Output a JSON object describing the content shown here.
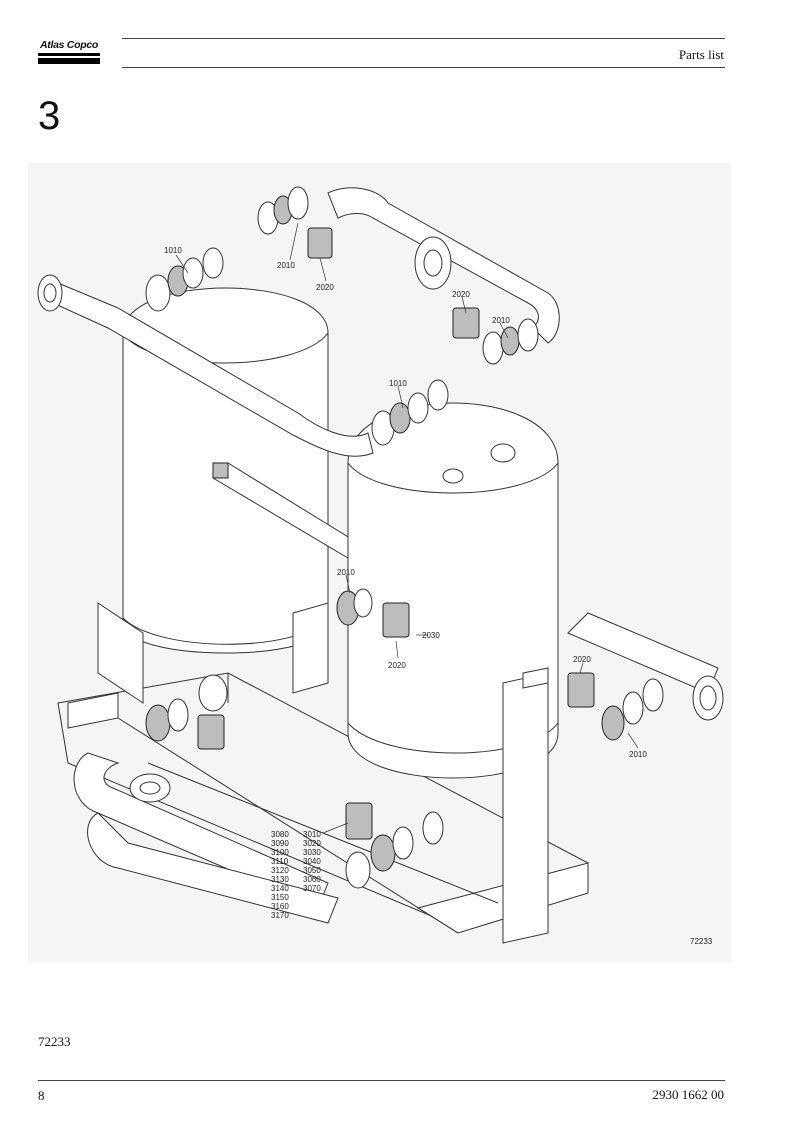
{
  "header": {
    "logo_text": "Atlas Copco",
    "title": "Parts list"
  },
  "section": {
    "number": "3"
  },
  "figure": {
    "drawing_number": "72233",
    "callouts": {
      "left_vessel_top_1010": "1010",
      "left_vessel_top_2010": "2010",
      "left_vessel_top_2020": "2020",
      "right_top_2020": "2020",
      "right_top_2010": "2010",
      "right_vessel_top_1010": "1010",
      "mid_2010": "2010",
      "mid_2030": "2030",
      "mid_2020": "2020",
      "right_bottom_2020": "2020",
      "right_bottom_2010": "2010"
    },
    "list_col1": [
      "3080",
      "3090",
      "3100",
      "3110",
      "3120",
      "3130",
      "3140",
      "3150",
      "3160",
      "3170"
    ],
    "list_col2": [
      "3010",
      "3020",
      "3030",
      "3040",
      "3050",
      "3060",
      "3070"
    ]
  },
  "caption": "72233",
  "footer": {
    "page_number": "8",
    "doc_number": "2930 1662 00"
  }
}
